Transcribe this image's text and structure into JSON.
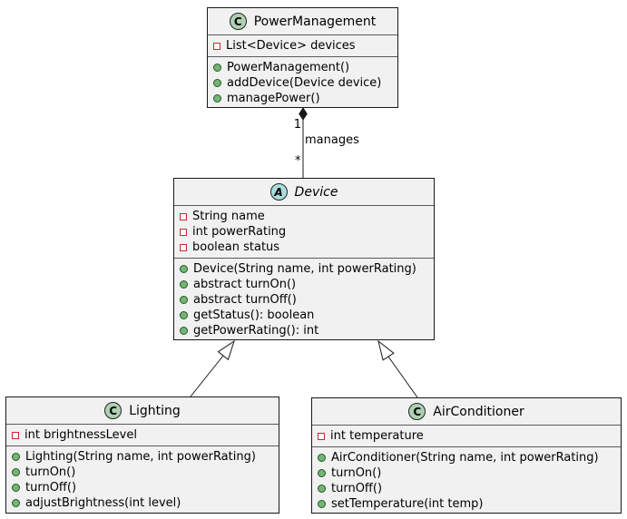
{
  "diagram": {
    "type": "uml-class-diagram",
    "colors": {
      "box_background": "#F1F1F1",
      "box_border": "#181818",
      "class_spot_background": "#ADD1B2",
      "abstract_spot_background": "#A9DCDF",
      "private_field_icon_border": "#C82930",
      "public_method_icon_fill": "#77B377",
      "edge_color": "#181818"
    },
    "classes": [
      {
        "name": "PowerManagement",
        "stereotype": "C",
        "kind": "class",
        "fields": [
          "List<Device> devices"
        ],
        "methods": [
          "PowerManagement()",
          "addDevice(Device device)",
          "managePower()"
        ]
      },
      {
        "name": "Device",
        "stereotype": "A",
        "kind": "abstract class",
        "fields": [
          "String name",
          "int powerRating",
          "boolean status"
        ],
        "methods": [
          "Device(String name, int powerRating)",
          "abstract turnOn()",
          "abstract turnOff()",
          "getStatus(): boolean",
          "getPowerRating(): int"
        ]
      },
      {
        "name": "Lighting",
        "stereotype": "C",
        "kind": "class",
        "fields": [
          "int brightnessLevel"
        ],
        "methods": [
          "Lighting(String name, int powerRating)",
          "turnOn()",
          "turnOff()",
          "adjustBrightness(int level)"
        ]
      },
      {
        "name": "AirConditioner",
        "stereotype": "C",
        "kind": "class",
        "fields": [
          "int temperature"
        ],
        "methods": [
          "AirConditioner(String name, int powerRating)",
          "turnOn()",
          "turnOff()",
          "setTemperature(int temp)"
        ]
      }
    ],
    "relations": [
      {
        "type": "composition",
        "from": "PowerManagement",
        "to": "Device",
        "label": "manages",
        "from_multiplicity": "1",
        "to_multiplicity": "*"
      },
      {
        "type": "inheritance",
        "from": "Lighting",
        "to": "Device"
      },
      {
        "type": "inheritance",
        "from": "AirConditioner",
        "to": "Device"
      }
    ]
  }
}
